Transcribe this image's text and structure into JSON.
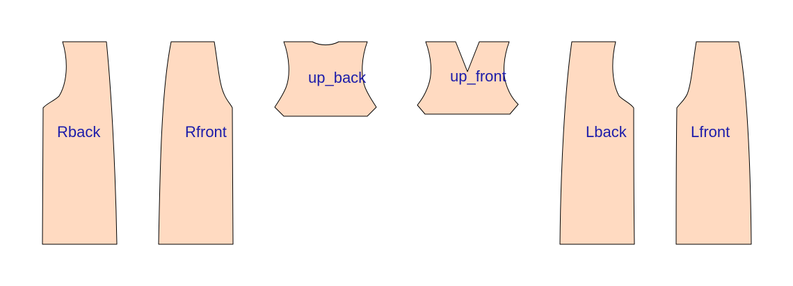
{
  "diagram": {
    "fill_color": "#FFDAC1",
    "outline_color": "#000000",
    "label_color": "#1C1CAA",
    "pieces": [
      {
        "id": "rback",
        "label": "Rback"
      },
      {
        "id": "rfront",
        "label": "Rfront"
      },
      {
        "id": "up_back",
        "label": "up_back"
      },
      {
        "id": "up_front",
        "label": "up_front"
      },
      {
        "id": "lback",
        "label": "Lback"
      },
      {
        "id": "lfront",
        "label": "Lfront"
      }
    ]
  }
}
